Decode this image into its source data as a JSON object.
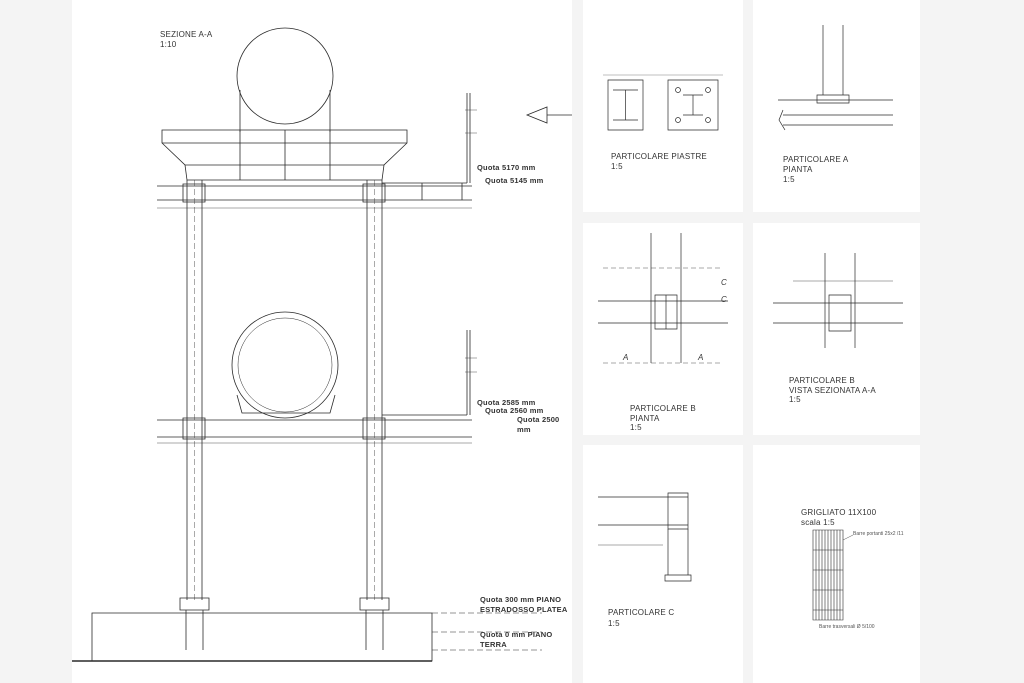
{
  "main_section": {
    "title": "SEZIONE A-A",
    "scale": "1:10",
    "quotes": {
      "q5170": "Quota 5170 mm",
      "q5145": "Quota 5145 mm",
      "q2585": "Quota 2585 mm",
      "q2560": "Quota 2560 mm",
      "q2500": "Quota 2500 mm",
      "q300_l1": "Quota 300 mm PIANO",
      "q300_l2": "ESTRADOSSO PLATEA",
      "q0": "Quota 0 mm PIANO TERRA"
    }
  },
  "details": {
    "piastre": {
      "title": "PARTICOLARE PIASTRE",
      "scale": "1:5"
    },
    "a": {
      "title": "PARTICOLARE A\nPIANTA",
      "scale": "1:5"
    },
    "b_pianta": {
      "title": "PARTICOLARE B\nPIANTA",
      "scale": "1:5"
    },
    "b_vista": {
      "title": "PARTICOLARE B\nVISTA SEZIONATA A-A",
      "scale": "1:5"
    },
    "c": {
      "title": "PARTICOLARE C",
      "scale": "1:5"
    },
    "grigliato": {
      "title": "GRIGLIATO 11X100",
      "scale": "scala 1:5",
      "bar_note_1": "Barre portanti 25x2 /11",
      "bar_note_2": "Barre trasversali Ø 5/100"
    },
    "section_marks": {
      "a": "A",
      "c": "C"
    }
  },
  "colors": {
    "line": "#2a2a2a",
    "sheet": "#ffffff",
    "background": "#f4f4f4"
  }
}
